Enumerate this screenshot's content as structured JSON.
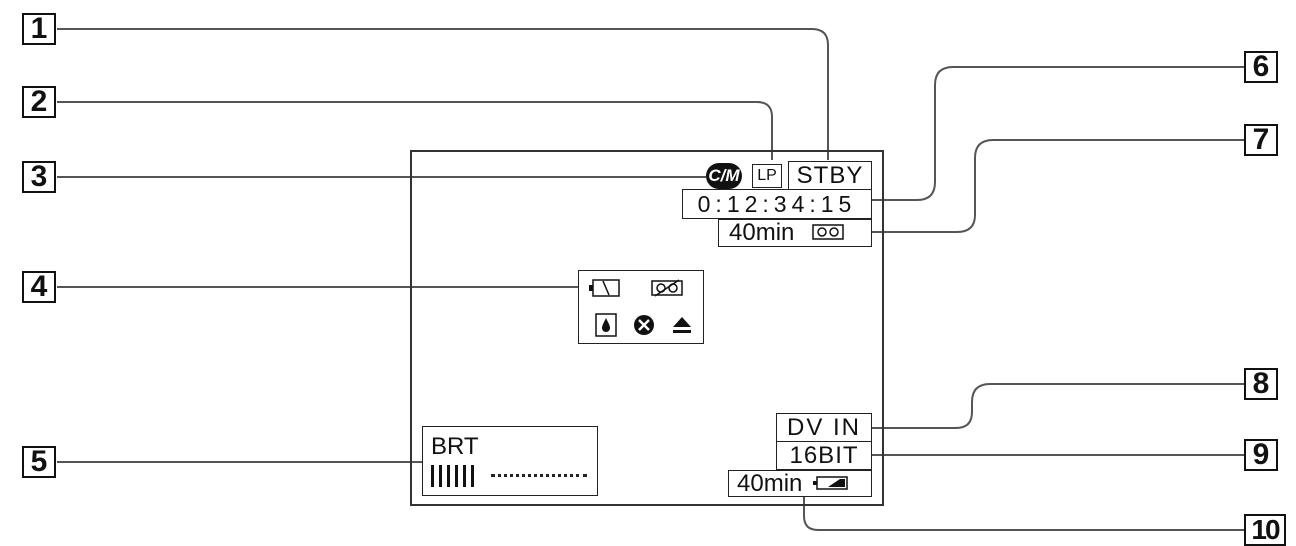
{
  "callouts": [
    "1",
    "2",
    "3",
    "4",
    "5",
    "6",
    "7",
    "8",
    "9",
    "10"
  ],
  "screen": {
    "status": "STBY",
    "lp_label": "LP",
    "cassette_memory_label": "C/M",
    "timecode": "0:12:34:15",
    "tape_remaining": "40min",
    "tape_icon": "cassette-icon",
    "warning_icons": [
      "battery-warning-icon",
      "cassette-warning-icon",
      "moisture-icon",
      "no-record-icon",
      "eject-icon"
    ],
    "brightness_label": "BRT",
    "brightness_level": 0.4,
    "dv_in": "DV IN",
    "audio_mode": "16BIT",
    "battery_remaining": "40min",
    "battery_icon": "battery-icon"
  }
}
